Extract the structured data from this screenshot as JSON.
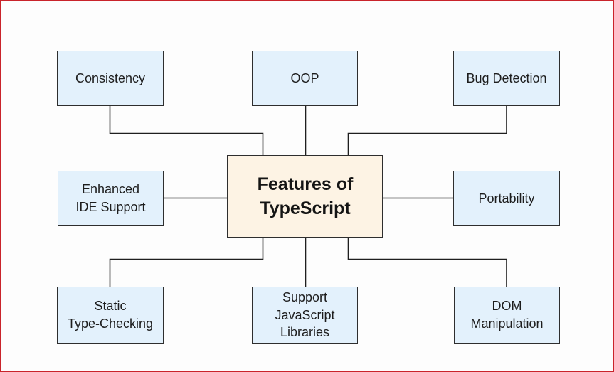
{
  "diagram": {
    "title": "Features of TypeScript concept map",
    "center": {
      "label": "Features of\nTypeScript"
    },
    "nodes": [
      {
        "id": "consistency",
        "label": "Consistency"
      },
      {
        "id": "oop",
        "label": "OOP"
      },
      {
        "id": "bug-detection",
        "label": "Bug Detection"
      },
      {
        "id": "enhanced-ide-support",
        "label": "Enhanced\nIDE Support"
      },
      {
        "id": "portability",
        "label": "Portability"
      },
      {
        "id": "static-type-checking",
        "label": "Static\nType-Checking"
      },
      {
        "id": "support-javascript-libraries",
        "label": "Support\nJavaScript\nLibraries"
      },
      {
        "id": "dom-manipulation",
        "label": "DOM\nManipulation"
      }
    ],
    "colors": {
      "node_fill": "#e3f1fc",
      "center_fill": "#fdf3e4",
      "box_border": "#2e2e2e",
      "connector": "#1f1f1f",
      "frame_border": "#c9242b",
      "background": "#fdfdfd",
      "text": "#1d1d1d"
    }
  }
}
